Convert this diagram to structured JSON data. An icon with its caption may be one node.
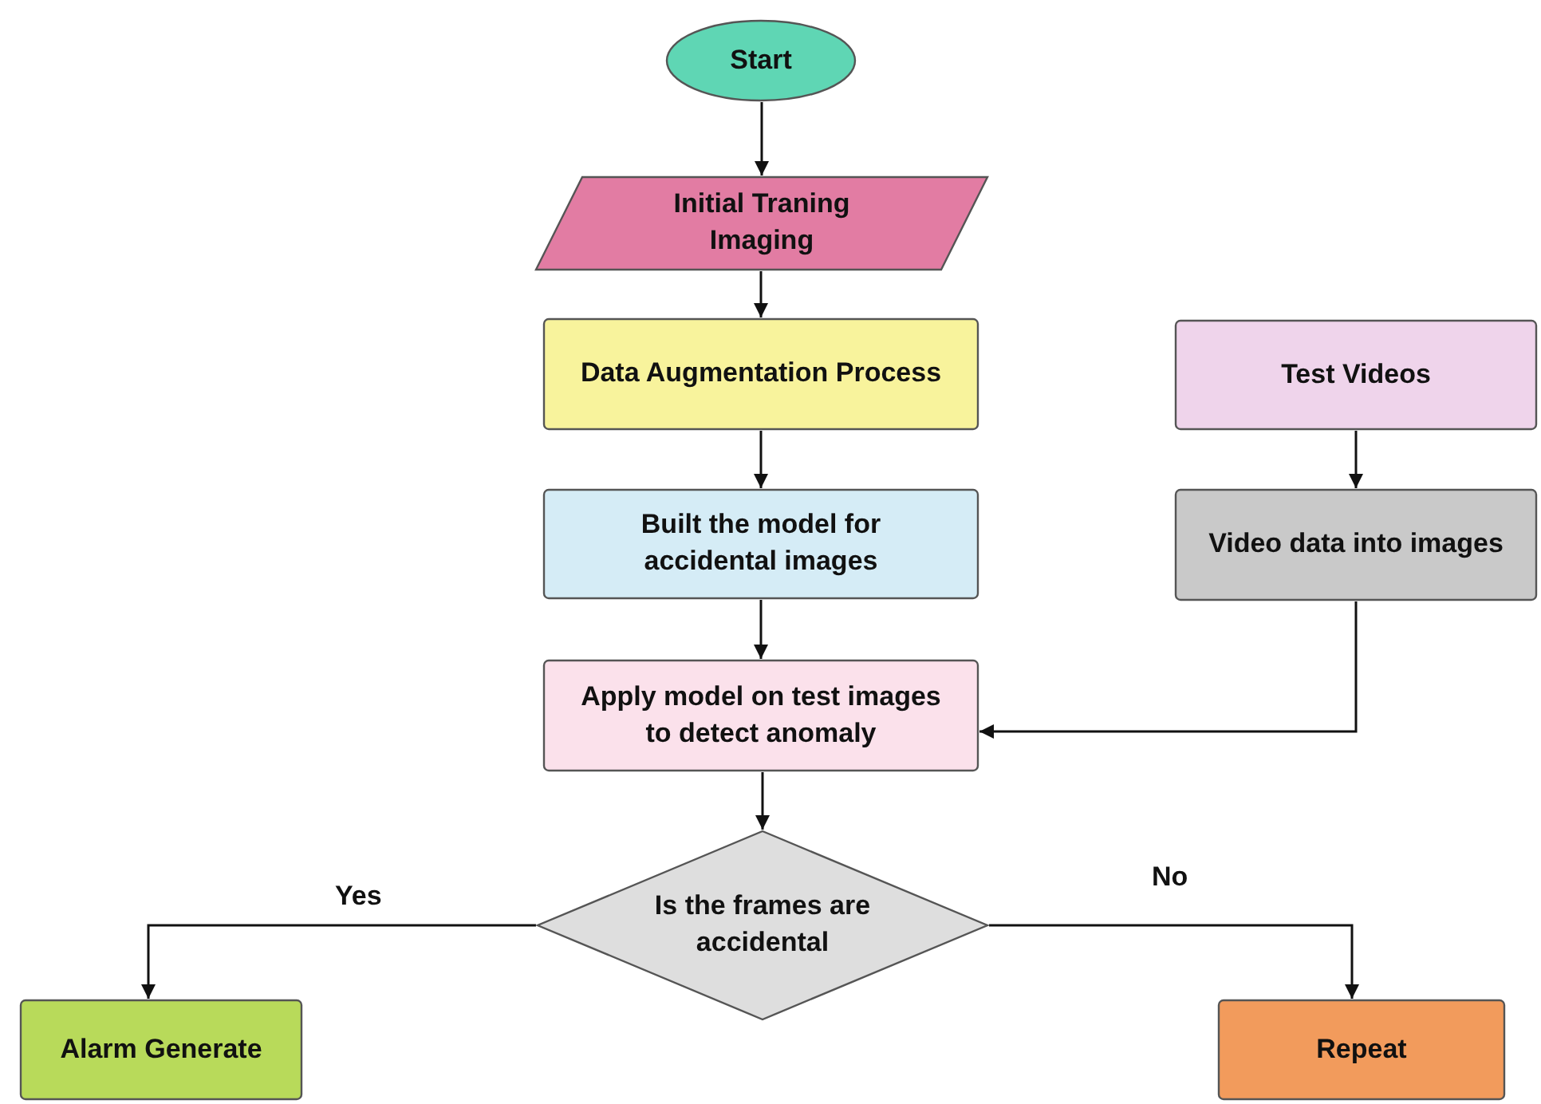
{
  "diagram": {
    "nodes": [
      {
        "text": [
          "Start"
        ]
      },
      {
        "text": [
          "Initial Traning Imaging"
        ]
      },
      {
        "text": [
          "Data Augmentation Process"
        ]
      },
      {
        "text": [
          "Test Videos"
        ]
      },
      {
        "text": [
          "Built the model for accidental images"
        ]
      },
      {
        "text": [
          "Video data into images"
        ]
      },
      {
        "text": [
          "Apply model on test images to detect anomaly"
        ]
      },
      {
        "text": [
          "Is the frames are accidental"
        ]
      },
      {
        "text": [
          "Alarm Generate"
        ]
      },
      {
        "text": [
          "Repeat"
        ]
      }
    ],
    "edges": [
      {
        "from": 0,
        "to": 1,
        "arrow": "to"
      },
      {
        "from": 1,
        "to": 2,
        "arrow": "to"
      },
      {
        "from": 2,
        "to": 4,
        "arrow": "to"
      },
      {
        "from": 4,
        "to": 6,
        "arrow": "to"
      },
      {
        "from": 3,
        "to": 5,
        "arrow": "to"
      },
      {
        "from": 5,
        "to": 6,
        "arrow": "to"
      },
      {
        "from": 6,
        "to": 7,
        "arrow": "to"
      },
      {
        "from": 7,
        "to": 8,
        "label": "Yes",
        "arrow": "to"
      },
      {
        "from": 7,
        "to": 9,
        "label": "No",
        "arrow": "to"
      }
    ]
  }
}
